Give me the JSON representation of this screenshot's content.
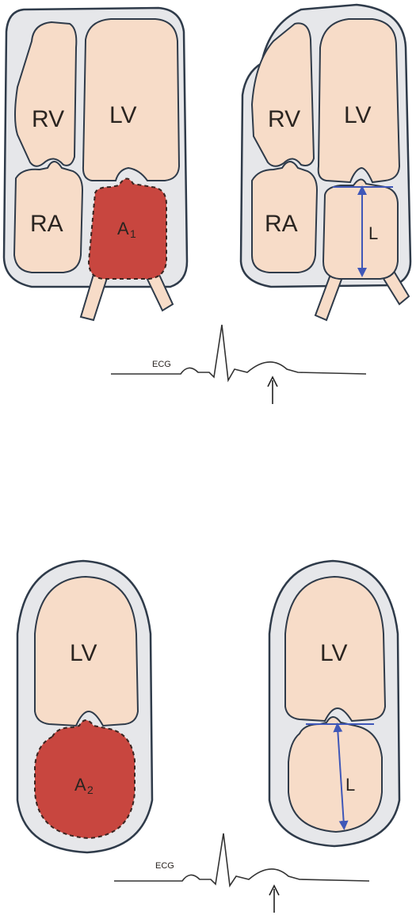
{
  "apical_four_chamber": {
    "left_view": {
      "labels": {
        "rv": "RV",
        "lv": "LV",
        "ra": "RA",
        "area": "A",
        "area_sub": "1"
      }
    },
    "right_view": {
      "labels": {
        "rv": "RV",
        "lv": "LV",
        "ra": "RA",
        "length": "L"
      }
    },
    "ecg_label": "ECG"
  },
  "apical_two_chamber": {
    "left_view": {
      "labels": {
        "lv": "LV",
        "area": "A",
        "area_sub": "2"
      }
    },
    "right_view": {
      "labels": {
        "lv": "LV",
        "length": "L"
      }
    },
    "ecg_label": "ECG"
  },
  "colors": {
    "tissue": "#f7dcc8",
    "pericardium": "#e6e7ea",
    "traced_area": "#c8463f",
    "measurement": "#3f57b8"
  }
}
